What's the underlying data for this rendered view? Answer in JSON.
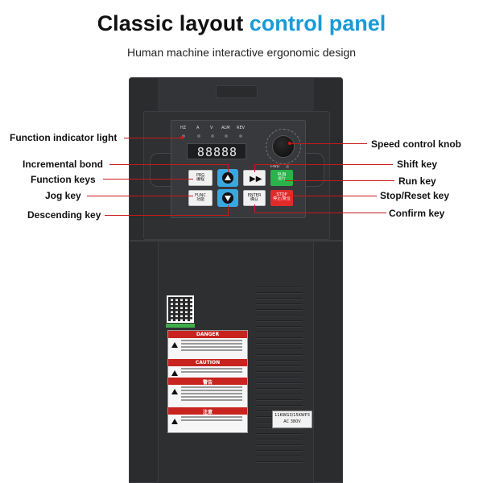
{
  "header": {
    "title_main": "Classic layout",
    "title_accent": "control panel",
    "subtitle": "Human machine interactive ergonomic design"
  },
  "colors": {
    "accent": "#1a9ad6",
    "callout_line": "#c71a1a",
    "run_key": "#29b34a",
    "stop_key": "#e12b2b",
    "nav_key": "#3aa8e0"
  },
  "callouts": {
    "function_indicator_light": "Function indicator light",
    "incremental_bond": "Incremental bond",
    "function_keys": "Function keys",
    "jog_key": "Jog key",
    "descending_key": "Descending key",
    "speed_control_knob": "Speed control knob",
    "shift_key": "Shift key",
    "run_key": "Run key",
    "stop_reset_key": "Stop/Reset key",
    "confirm_key": "Confirm key"
  },
  "panel": {
    "indicators": [
      "HZ",
      "A",
      "V",
      "ALM",
      "REV"
    ],
    "display": "88888",
    "fwd_label": "FWD",
    "keys": {
      "prg": "PRG",
      "prg_sub": "编程",
      "func": "FUNC",
      "func_sub": "功能",
      "enter": "ENTER",
      "enter_sub": "确认",
      "run": "RUN",
      "run_sub": "运行",
      "stop": "STOP",
      "stop_sub": "停止/复位"
    }
  },
  "labels": {
    "danger": "DANGER",
    "caution": "CAUTION",
    "cn_warning": "警告",
    "cn_notice": "注意",
    "rating_model": "11KWG3/15KWP3",
    "rating_voltage": "AC 380V"
  },
  "icons": [
    "up-arrow-icon",
    "down-arrow-icon",
    "fast-forward-icon",
    "warning-triangle-icon",
    "qr-code-icon"
  ]
}
